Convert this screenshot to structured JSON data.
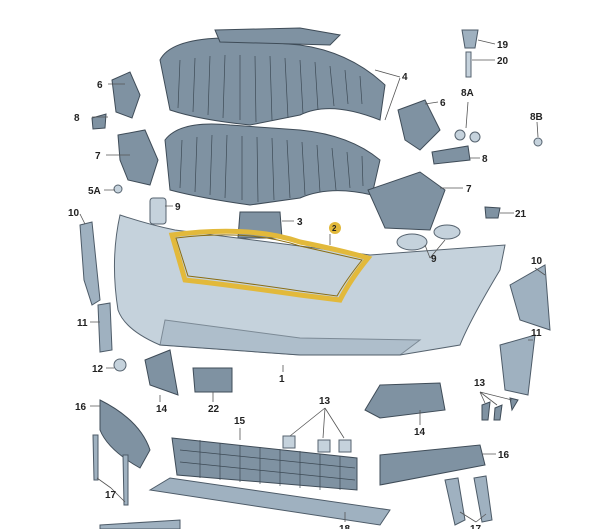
{
  "diagram": {
    "highlight_color": "#e2b93b",
    "labels": [
      "19",
      "20",
      "4",
      "6",
      "8",
      "7",
      "5A",
      "9",
      "10",
      "3",
      "2",
      "6",
      "8A",
      "8B",
      "8",
      "7",
      "21",
      "9",
      "10",
      "11",
      "11",
      "12",
      "1",
      "14",
      "22",
      "13",
      "16",
      "15",
      "13",
      "14",
      "16",
      "17",
      "18",
      "17"
    ]
  }
}
